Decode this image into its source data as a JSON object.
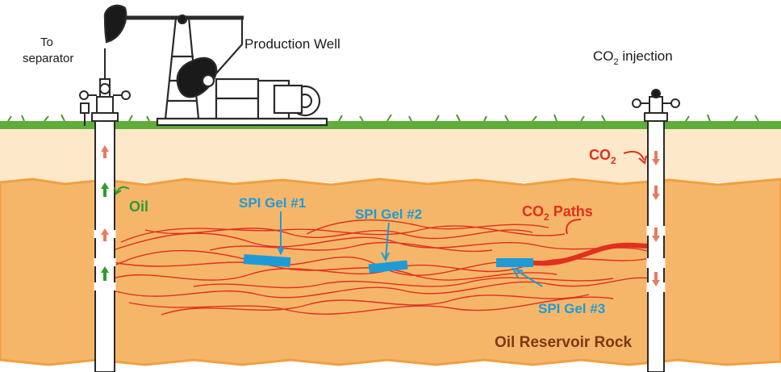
{
  "labels": {
    "separator_line1": "To",
    "separator_line2": "separator",
    "production_well": "Production Well",
    "injection_main": "CO",
    "injection_sub": "2",
    "injection_rest": " injection",
    "co2_main": "CO",
    "co2_sub": "2",
    "oil": "Oil",
    "gel1": "SPI Gel #1",
    "gel2": "SPI Gel #2",
    "gel3": "SPI Gel #3",
    "paths_main": "CO",
    "paths_sub": "2",
    "paths_rest": " Paths",
    "reservoir": "Oil Reservoir Rock"
  },
  "colors": {
    "reservoir": "#f6b66a",
    "overburden": "#fde8c9",
    "grass": "#5fae3a",
    "co2_path": "#e0301e",
    "gel": "#1e9bd7",
    "oil": "#2f9a2f",
    "text": "#1a1a1a"
  }
}
